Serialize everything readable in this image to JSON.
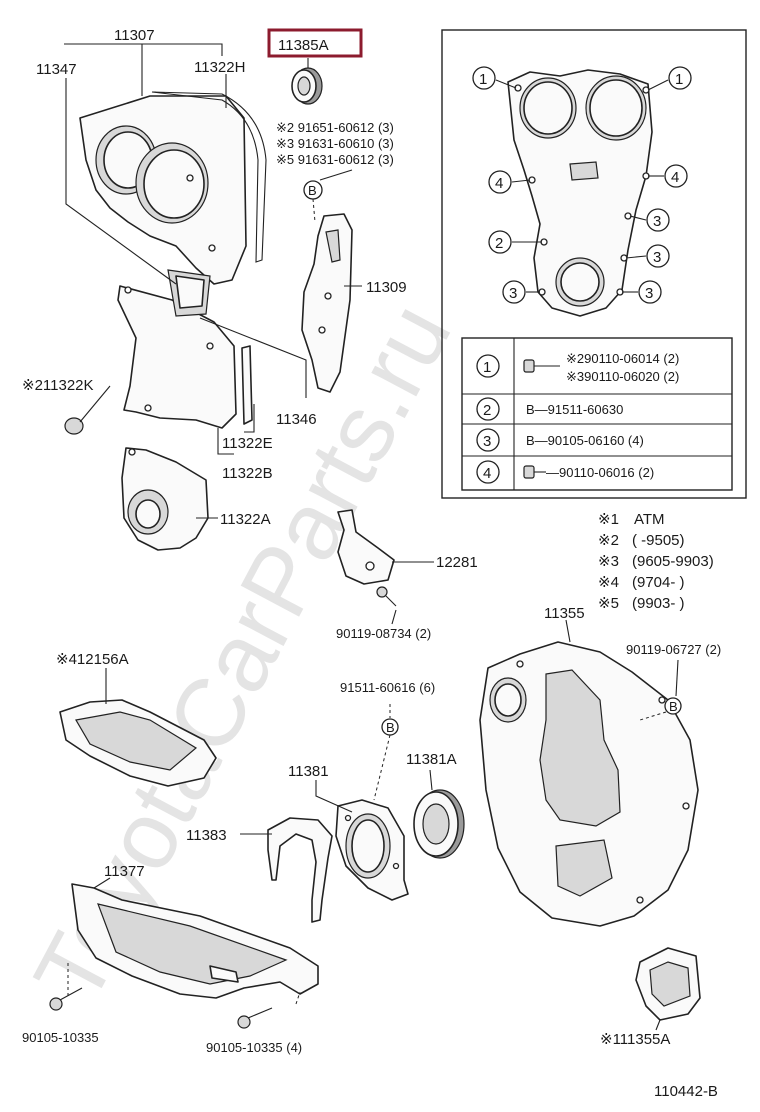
{
  "watermark": "ToyotaCarParts.ru",
  "diagram_id": "110442-B",
  "highlighted_part": "11385A",
  "parts": {
    "p11307": "11307",
    "p11347": "11347",
    "p11322H": "11322H",
    "p11385A": "11385A",
    "p11309": "11309",
    "p211322K": "※211322K",
    "p11346": "11346",
    "p11322E": "11322E",
    "p11322B": "11322B",
    "p11322A": "11322A",
    "p12281": "12281",
    "p90119_08734": "90119-08734 (2)",
    "p11355": "11355",
    "p90119_06727": "90119-06727 (2)",
    "p412156A": "※412156A",
    "p91511_60616": "91511-60616 (6)",
    "p11381": "11381",
    "p11381A": "11381A",
    "p11383": "11383",
    "p11377": "11377",
    "p90105_10335a": "90105-10335",
    "p90105_10335b": "90105-10335 (4)",
    "p111355A": "※111355A"
  },
  "bolt_notes": [
    "※2 91651-60612 (3)",
    "※3 91631-60610 (3)",
    "※5 91631-60612 (3)"
  ],
  "bolt_marker": "B",
  "inset": {
    "callouts": [
      "1",
      "2",
      "3",
      "4"
    ],
    "table": [
      {
        "num": "1",
        "lines": [
          "※290110-06014 (2)",
          "※390110-06020 (2)"
        ]
      },
      {
        "num": "2",
        "lines": [
          "B—91511-60630"
        ]
      },
      {
        "num": "3",
        "lines": [
          "B—90105-06160 (4)"
        ]
      },
      {
        "num": "4",
        "lines": [
          "—90110-06016 (2)"
        ]
      }
    ]
  },
  "footnotes": [
    {
      "key": "※1",
      "value": "ATM"
    },
    {
      "key": "※2",
      "value": "(      -9505)"
    },
    {
      "key": "※3",
      "value": "(9605-9903)"
    },
    {
      "key": "※4",
      "value": "(9704-      )"
    },
    {
      "key": "※5",
      "value": "(9903-      )"
    }
  ]
}
